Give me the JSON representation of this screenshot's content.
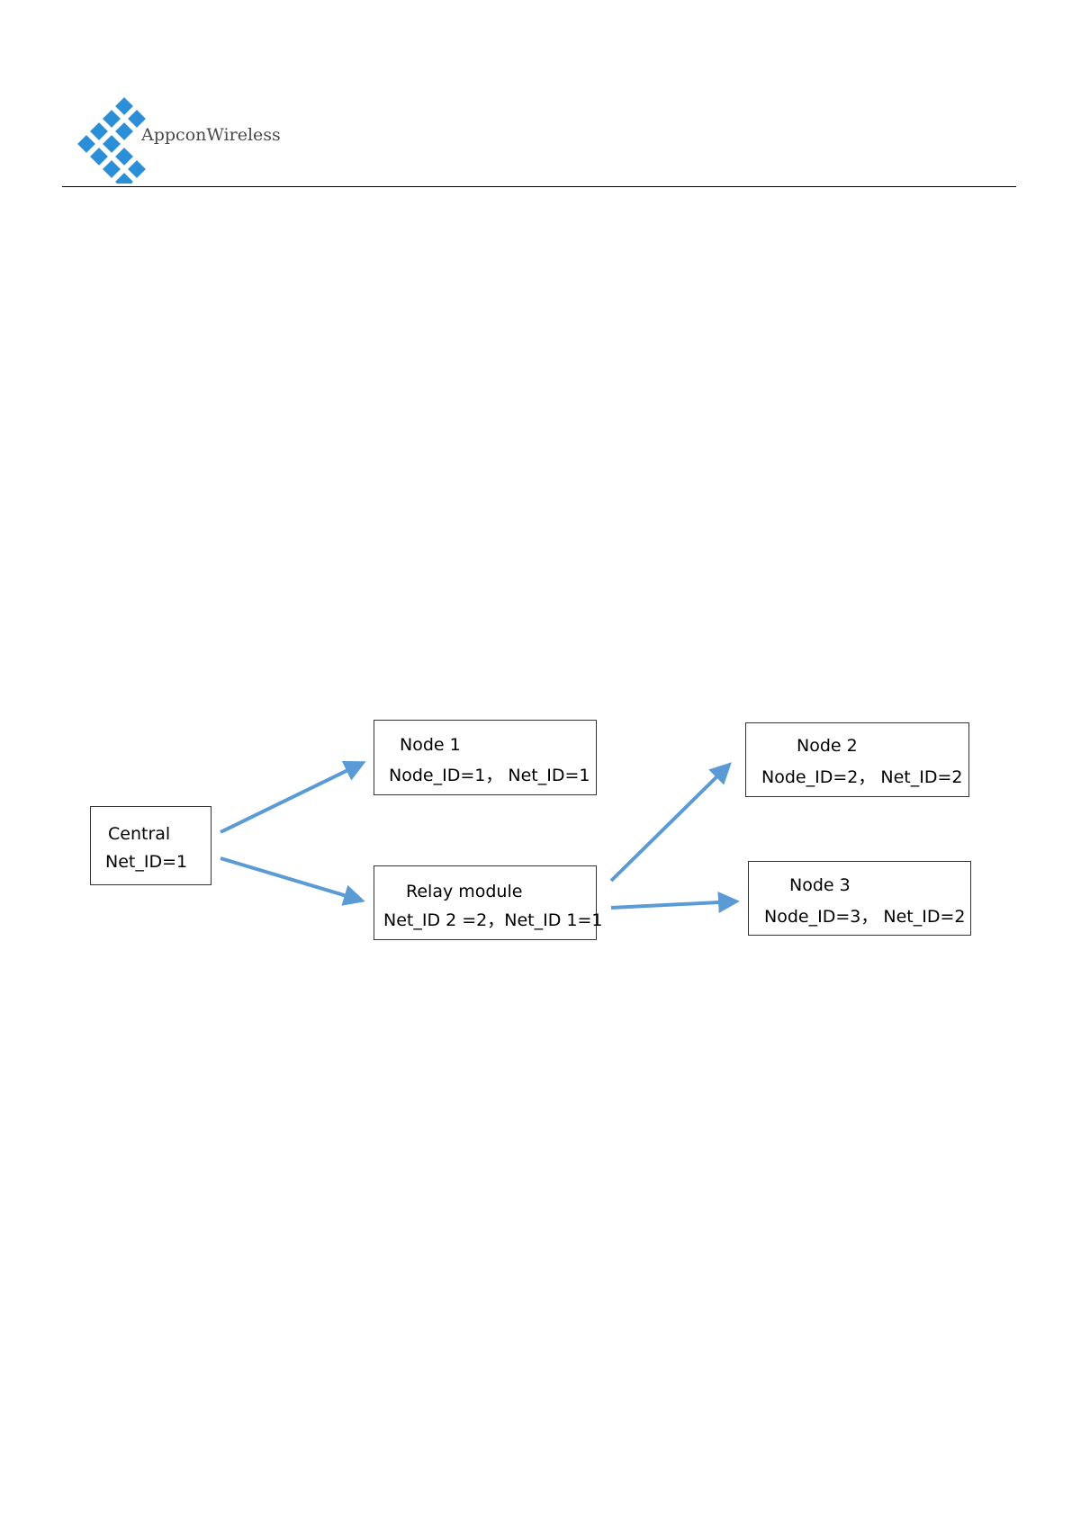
{
  "header": {
    "brand_name": "AppconWireless"
  },
  "diagram": {
    "nodes": {
      "central": {
        "line1": "Central",
        "line2": "Net_ID=1"
      },
      "node1": {
        "line1": "Node 1",
        "line2": "Node_ID=1， Net_ID=1"
      },
      "relay": {
        "line1": "Relay module",
        "line2": "Net_ID 2 =2，Net_ID 1=1"
      },
      "node2": {
        "line1": "Node 2",
        "line2": "Node_ID=2， Net_ID=2"
      },
      "node3": {
        "line1": "Node 3",
        "line2": "Node_ID=3， Net_ID=2"
      }
    },
    "edges": [
      {
        "from": "central",
        "to": "node1"
      },
      {
        "from": "central",
        "to": "relay"
      },
      {
        "from": "relay",
        "to": "node2"
      },
      {
        "from": "relay",
        "to": "node3"
      }
    ],
    "colors": {
      "arrow": "#5b9bd5",
      "logo": "#2a8fd6",
      "box_border": "#333333"
    }
  }
}
